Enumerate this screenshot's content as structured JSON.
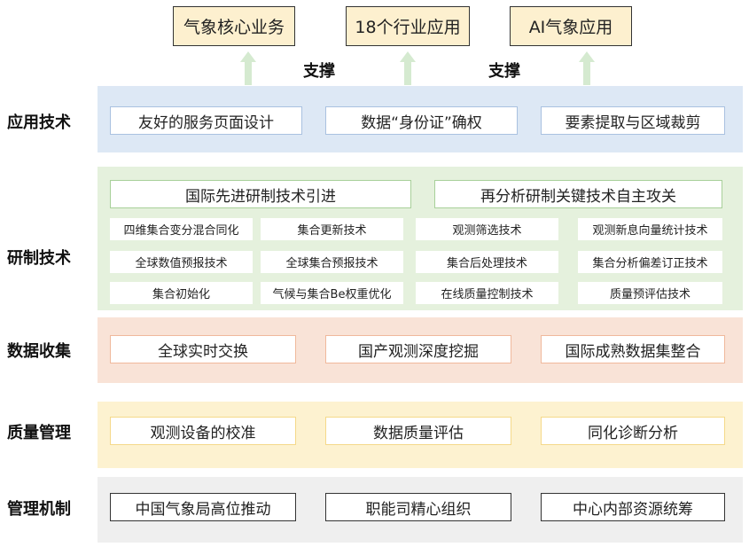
{
  "top_boxes": [
    "气象核心业务",
    "18个行业应用",
    "AI气象应用"
  ],
  "support_label": "支撑",
  "layers": {
    "application": {
      "label": "应用技术",
      "items": [
        "友好的服务页面设计",
        "数据“身份证”确权",
        "要素提取与区域裁剪"
      ]
    },
    "research": {
      "label": "研制技术",
      "main": [
        "国际先进研制技术引进",
        "再分析研制关键技术自主攻关"
      ],
      "grid": [
        [
          "四维集合变分混合同化",
          "集合更新技术",
          "观测筛选技术",
          "观测新息向量统计技术"
        ],
        [
          "全球数值预报技术",
          "全球集合预报技术",
          "集合后处理技术",
          "集合分析偏差订正技术"
        ],
        [
          "集合初始化",
          "气候与集合Be权重优化",
          "在线质量控制技术",
          "质量预评估技术"
        ]
      ]
    },
    "collection": {
      "label": "数据收集",
      "items": [
        "全球实时交换",
        "国产观测深度挖掘",
        "国际成熟数据集整合"
      ]
    },
    "quality": {
      "label": "质量管理",
      "items": [
        "观测设备的校准",
        "数据质量评估",
        "同化诊断分析"
      ]
    },
    "management": {
      "label": "管理机制",
      "items": [
        "中国气象局高位推动",
        "职能司精心组织",
        "中心内部资源统筹"
      ]
    }
  },
  "colors": {
    "application": "#dde8f5",
    "research": "#e5f1dd",
    "collection": "#f9e3d7",
    "quality": "#fdf2d0",
    "management": "#efefef"
  }
}
